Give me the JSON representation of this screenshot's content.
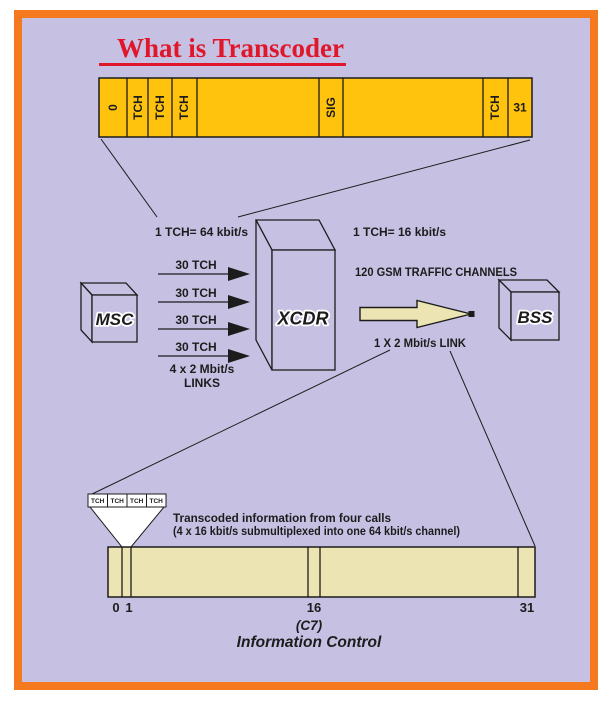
{
  "title": "What is Transcoder",
  "colors": {
    "background": "#c6c0e2",
    "frame_border": "#f5791e",
    "timeslot_yellow": "#ffc20d",
    "link_beige": "#ece5b3",
    "title_red": "#e0162b",
    "ink": "#1c1c1c"
  },
  "top_timeslot_bar": {
    "slots": [
      "0",
      "TCH",
      "TCH",
      "TCH",
      "SIG",
      "TCH",
      "31"
    ]
  },
  "annotations": {
    "left_rate": "1 TCH= 64 kbit/s",
    "right_rate": "1 TCH= 16 kbit/s"
  },
  "nodes": {
    "msc": "MSC",
    "xcdr": "XCDR",
    "bss": "BSS"
  },
  "input_links": {
    "arrow_labels": [
      "30 TCH",
      "30 TCH",
      "30 TCH",
      "30 TCH"
    ],
    "caption_line1": "4 x 2 Mbit/s",
    "caption_line2": "LINKS"
  },
  "output_link": {
    "caption_top": "120 GSM TRAFFIC CHANNELS",
    "caption_bottom": "1 X 2 Mbit/s LINK"
  },
  "submux": {
    "tch_boxes": [
      "TCH",
      "TCH",
      "TCH",
      "TCH"
    ],
    "note_line1": "Transcoded information from four calls",
    "note_line2": "(4 x 16 kbit/s submultiplexed into one 64 kbit/s channel)"
  },
  "bottom_bar": {
    "tick_labels": [
      "0",
      "1",
      "16",
      "31"
    ],
    "caption_line1": "(C7)",
    "caption_line2": "Information Control"
  }
}
